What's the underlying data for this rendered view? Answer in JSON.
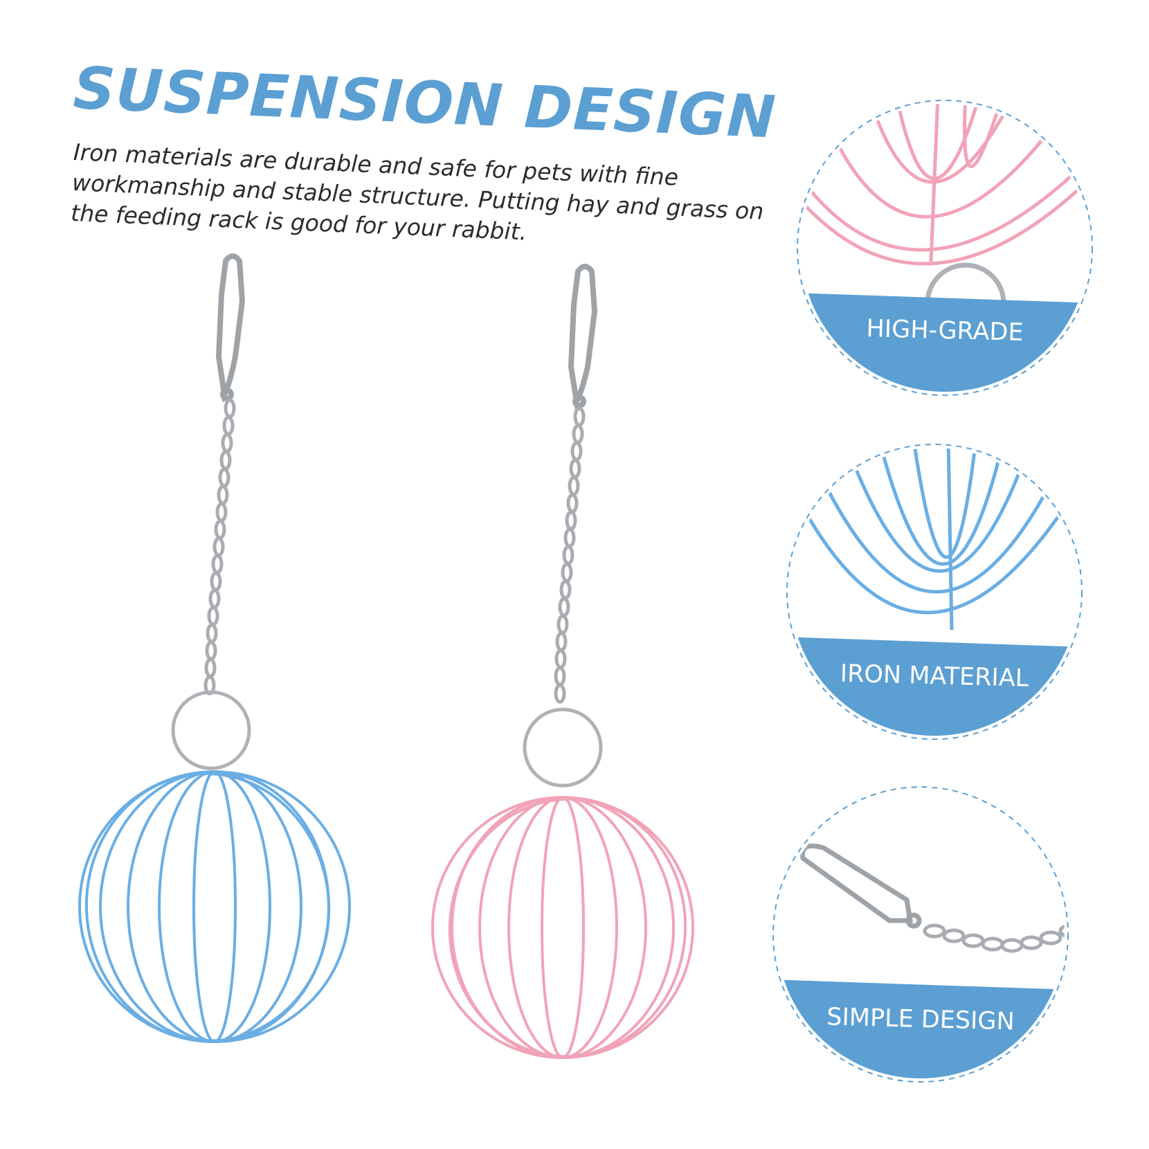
{
  "headline": "SUSPENSION DESIGN",
  "description": "Iron materials are durable and safe for pets with fine workmanship and stable structure. Putting hay and grass on the feeding rack is good for your rabbit.",
  "products": [
    {
      "color_name": "blue",
      "wire_color": "#6aaee4"
    },
    {
      "color_name": "pink",
      "wire_color": "#f1a3b7"
    }
  ],
  "features": [
    {
      "label": "HIGH-GRADE",
      "detail": "pink-wire-closeup"
    },
    {
      "label": "IRON MATERIAL",
      "detail": "blue-wire-closeup"
    },
    {
      "label": "SIMPLE DESIGN",
      "detail": "hook-chain-closeup"
    }
  ],
  "colors": {
    "accent": "#5b9fd3",
    "badge_band": "#5b9fd3",
    "metal": "#a9adb2",
    "text": "#2c2c2c"
  }
}
